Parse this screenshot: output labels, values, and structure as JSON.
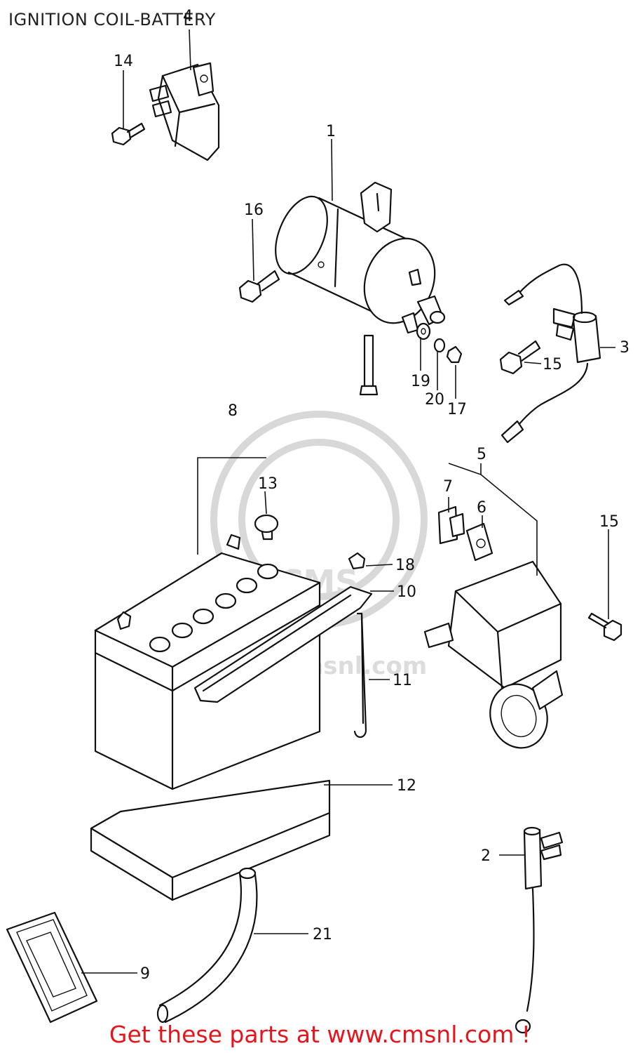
{
  "title": "IGNITION COIL-BATTERY",
  "watermark": {
    "site_text": "www.cmsnl.com",
    "logo_text": "CMS"
  },
  "footer": "Get these parts at www.cmsnl.com !",
  "colors": {
    "footer_text": "#e8141b",
    "line": "#111111",
    "background": "#ffffff",
    "watermark": "#d8d8d8"
  },
  "parts": {
    "p1": "1",
    "p2": "2",
    "p3": "3",
    "p4": "4",
    "p5": "5",
    "p6": "6",
    "p7": "7",
    "p8": "8",
    "p9": "9",
    "p10": "10",
    "p11": "11",
    "p12": "12",
    "p13": "13",
    "p14": "14",
    "p15a": "15",
    "p15b": "15",
    "p16": "16",
    "p17": "17",
    "p18": "18",
    "p19": "19",
    "p20": "20",
    "p21": "21"
  }
}
